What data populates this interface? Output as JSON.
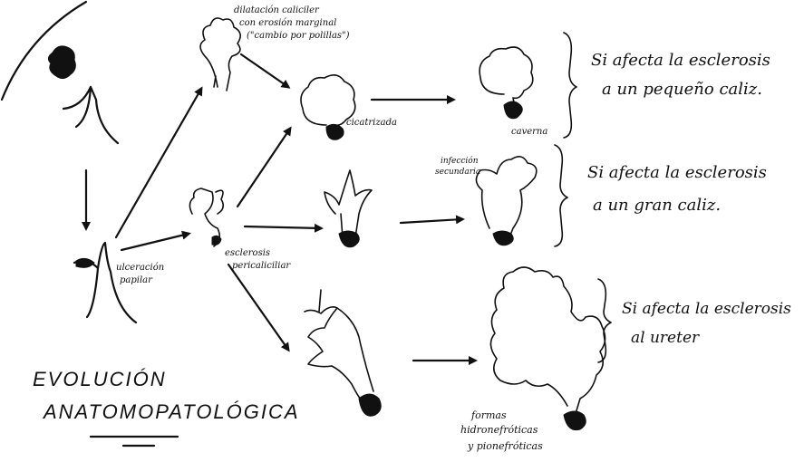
{
  "title": {
    "line1": "EVOLUCIÓN",
    "line2": "ANATOMOPATOLÓGICA"
  },
  "labels": {
    "dilatacion": [
      "dilatación caliciler",
      "con erosión marginal",
      "(\"cambio por polillas\")"
    ],
    "cicatrizacion": "cicatrizada",
    "caverna": "caverna",
    "infeccion": [
      "infección",
      "secundaria"
    ],
    "ulceracion": [
      "ulceración",
      "papilar"
    ],
    "esclerosis": [
      "esclerosis",
      "pericaliciliar"
    ],
    "formas": [
      "formas",
      "hidronefróticas",
      "y pionefróticas"
    ]
  },
  "notes": {
    "pequeno": [
      "Si afecta la esclerosis",
      "a un pequeño caliz."
    ],
    "gran": [
      "Si afecta la esclerosis",
      "a un gran caliz."
    ],
    "ureter": [
      "Si afecta la esclerosis",
      "al ureter"
    ]
  }
}
